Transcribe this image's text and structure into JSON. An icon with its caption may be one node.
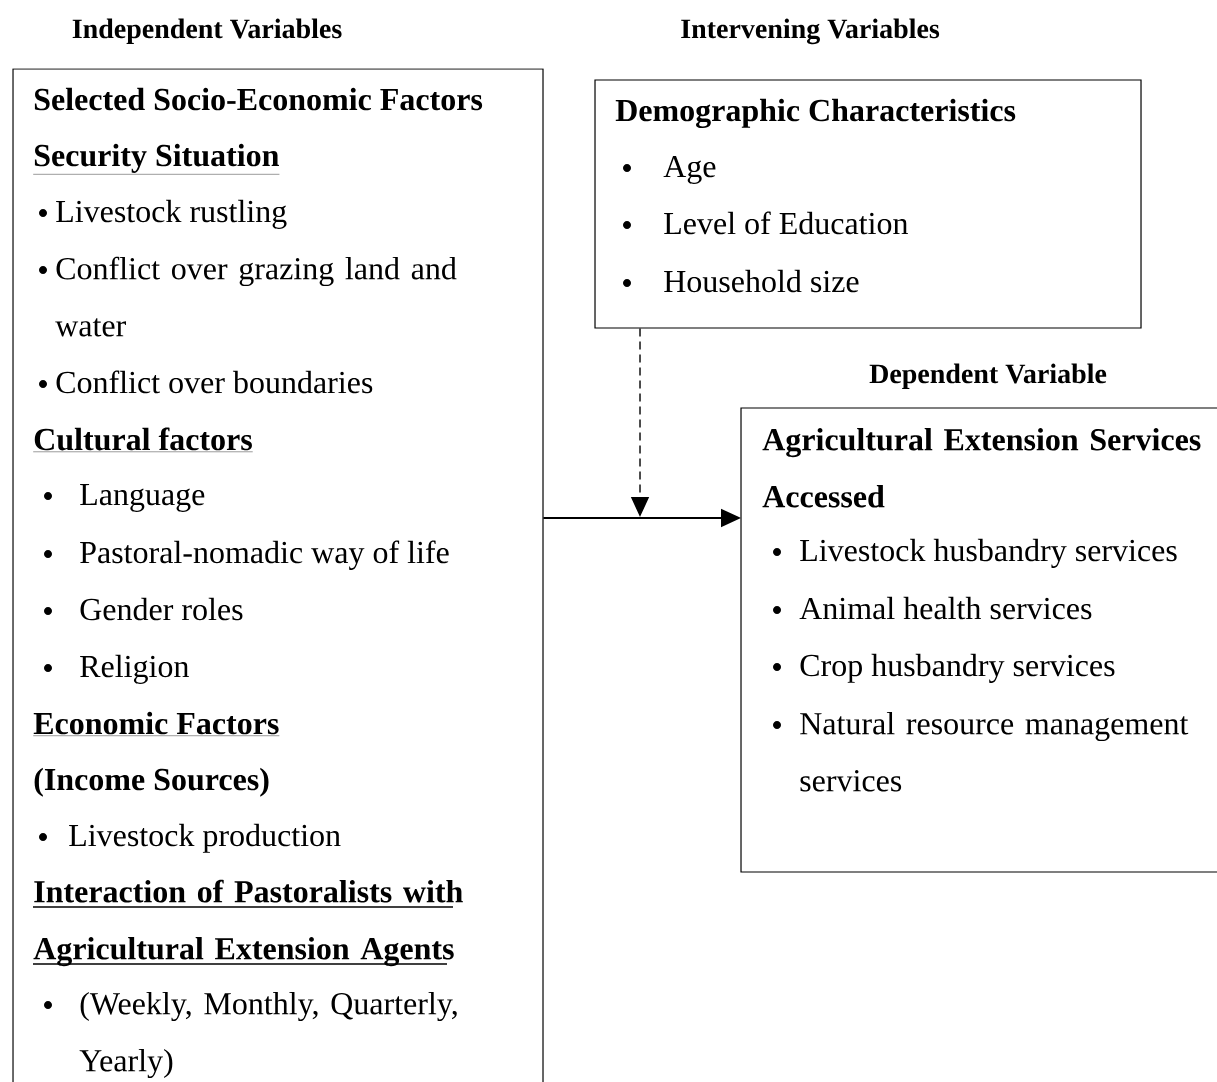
{
  "diagram": {
    "nodes": [
      {
        "text": [
          "Independent Variables",
          "Selected Socio-Economic Factors",
          "Security Situation",
          "Livestock rustling",
          "Conflict over grazing land and water",
          "Conflict over boundaries",
          "Cultural factors",
          "Language",
          "Pastoral-nomadic way of life",
          "Gender roles",
          "Religion",
          "Economic Factors",
          "(Income Sources)",
          "Livestock production",
          "Interaction of Pastoralists with Agricultural Extension Agents",
          "(Weekly, Monthly, Quarterly, Yearly)"
        ]
      },
      {
        "text": [
          "Intervening Variables",
          "Demographic Characteristics",
          "Age",
          "Level of Education",
          "Household size"
        ]
      },
      {
        "text": [
          "Dependent Variable",
          "Agricultural Extension Services Accessed",
          "Livestock husbandry services",
          "Animal health services",
          "Crop husbandry services",
          "Natural resource management services"
        ]
      }
    ],
    "edges": [
      {
        "from": 0,
        "to": 2,
        "arrow": "to"
      },
      {
        "from": 1,
        "to": null,
        "arrow": "to",
        "style": "dashed"
      }
    ]
  }
}
